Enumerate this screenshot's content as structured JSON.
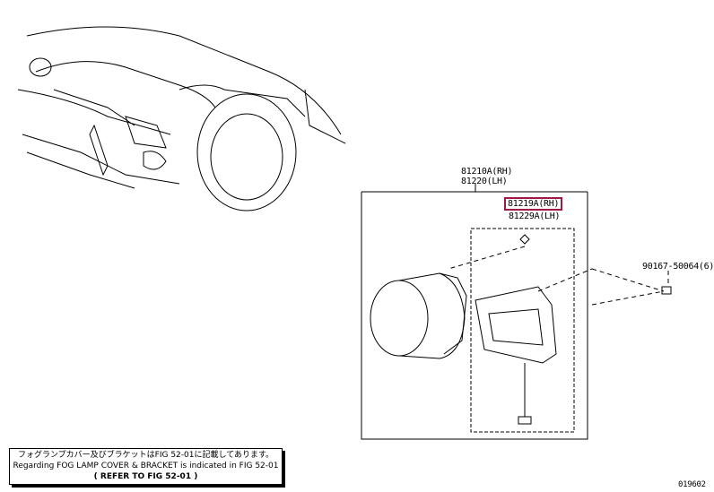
{
  "labels": {
    "assembly_rh": "81210A(RH)",
    "assembly_lh": "81220(LH)",
    "bracket_rh": "81219A(RH)",
    "bracket_lh": "81229A(LH)",
    "screw": "90167-50064(6)"
  },
  "note": {
    "line_jp": "フォグランプカバー及びブラケットはFIG 52-01に記載してあります。",
    "line_en": "Regarding FOG LAMP COVER & BRACKET is indicated in FIG 52-01",
    "line_ref": "(  REFER TO FIG 52-01  )"
  },
  "figure_code": "019602",
  "colors": {
    "highlight": "#a0174a"
  }
}
